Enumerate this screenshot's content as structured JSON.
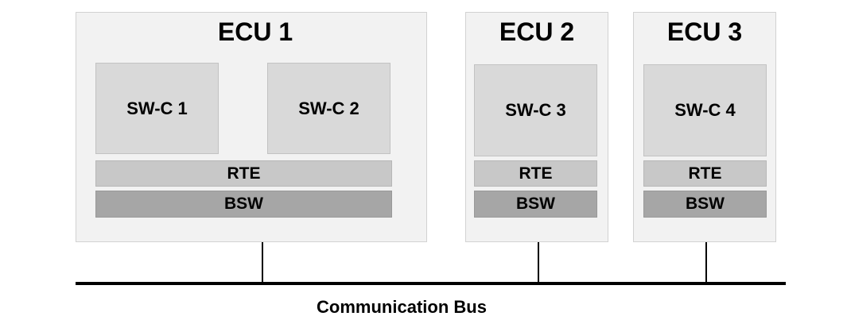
{
  "ecus": [
    {
      "title": "ECU 1",
      "swcs": [
        "SW-C 1",
        "SW-C 2"
      ],
      "rte": "RTE",
      "bsw": "BSW"
    },
    {
      "title": "ECU 2",
      "swcs": [
        "SW-C 3"
      ],
      "rte": "RTE",
      "bsw": "BSW"
    },
    {
      "title": "ECU 3",
      "swcs": [
        "SW-C 4"
      ],
      "rte": "RTE",
      "bsw": "BSW"
    }
  ],
  "bus": {
    "label": "Communication Bus"
  }
}
